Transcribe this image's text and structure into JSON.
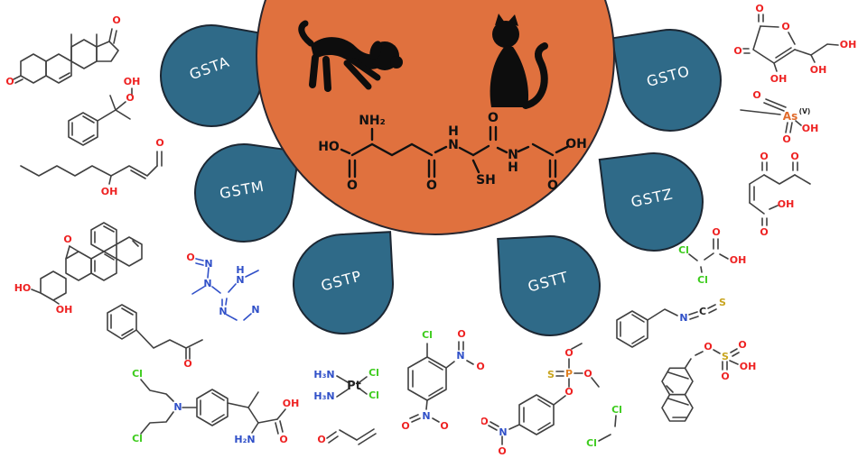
{
  "colors": {
    "orange": "#e0713e",
    "teal": "#2f6a88",
    "outline": "#26262f",
    "bond_gray": "#404040",
    "o_red": "#ee2222",
    "n_blue": "#3050c8",
    "cl_green": "#3ecc1e",
    "s_gold": "#c8a41e",
    "p_orange": "#e08020",
    "as_orange": "#e06a2a"
  },
  "center": {
    "animals": [
      "dog-silhouette",
      "cat-silhouette"
    ],
    "glutathione": {
      "ho": "HO",
      "nh2": "NH₂",
      "o1": "O",
      "o2": "O",
      "n1": "N",
      "h1": "H",
      "sh": "SH",
      "o3": "O",
      "n2": "N",
      "h2": "H",
      "o4": "O",
      "oh": "OH"
    }
  },
  "enzymes": {
    "gsta": "GSTA",
    "gstm": "GSTM",
    "gstp": "GSTP",
    "gstt": "GSTT",
    "gstz": "GSTZ",
    "gsto": "GSTO"
  },
  "molecules": {
    "steroid": {
      "o1": "O",
      "o2": "O"
    },
    "cumene_hydroperoxide": {
      "oh": "OH",
      "o": "O"
    },
    "hydroxynonenal": {
      "o": "O",
      "oh": "OH"
    },
    "bpde": {
      "o": "O",
      "ho": "HO",
      "oh": "OH"
    },
    "benzylacetone": {
      "o": "O"
    },
    "melphalan": {
      "cl1": "Cl",
      "cl2": "Cl",
      "n": "N",
      "h2n": "H₂N",
      "oh": "OH",
      "o": "O"
    },
    "nitrosoguanidine": {
      "o": "O",
      "n1": "N",
      "n2": "N",
      "h": "H",
      "n3": "N",
      "n4": "N",
      "n5": "N"
    },
    "cisplatin": {
      "h3n1": "H₃N",
      "h3n2": "H₃N",
      "pt": "Pt",
      "cl1": "Cl",
      "cl2": "Cl"
    },
    "acrolein": {
      "o": "O"
    },
    "cdnb": {
      "cl": "Cl",
      "n1": "N",
      "o1": "O",
      "o2": "O",
      "n2": "N",
      "o3": "O",
      "o4": "O"
    },
    "methyl_parathion": {
      "o1": "O",
      "s": "S",
      "p": "P",
      "o2": "O",
      "o3": "O",
      "o4": "O",
      "n": "N",
      "o5": "O"
    },
    "dichloromethane": {
      "cl1": "Cl",
      "cl2": "Cl"
    },
    "benzyl_isothiocyanate": {
      "n": "N",
      "c": "C",
      "s": "S"
    },
    "naphthylmethyl_sulfate": {
      "o1": "O",
      "s": "S",
      "o2": "O",
      "oh": "OH",
      "o3": "O"
    },
    "dehydroascorbate": {
      "o1": "O",
      "o_ring": "O",
      "o2": "O",
      "oh1": "OH",
      "oh2": "OH",
      "oh3": "OH"
    },
    "methylarsonate": {
      "o1": "O",
      "as": "As",
      "v": "(V)",
      "oh": "OH",
      "o2": "O"
    },
    "maleylacetone": {
      "o1": "O",
      "o2": "O",
      "oh": "OH",
      "o3": "O"
    },
    "dichloroacetate": {
      "cl1": "Cl",
      "cl2": "Cl",
      "o": "O",
      "oh": "OH"
    }
  }
}
